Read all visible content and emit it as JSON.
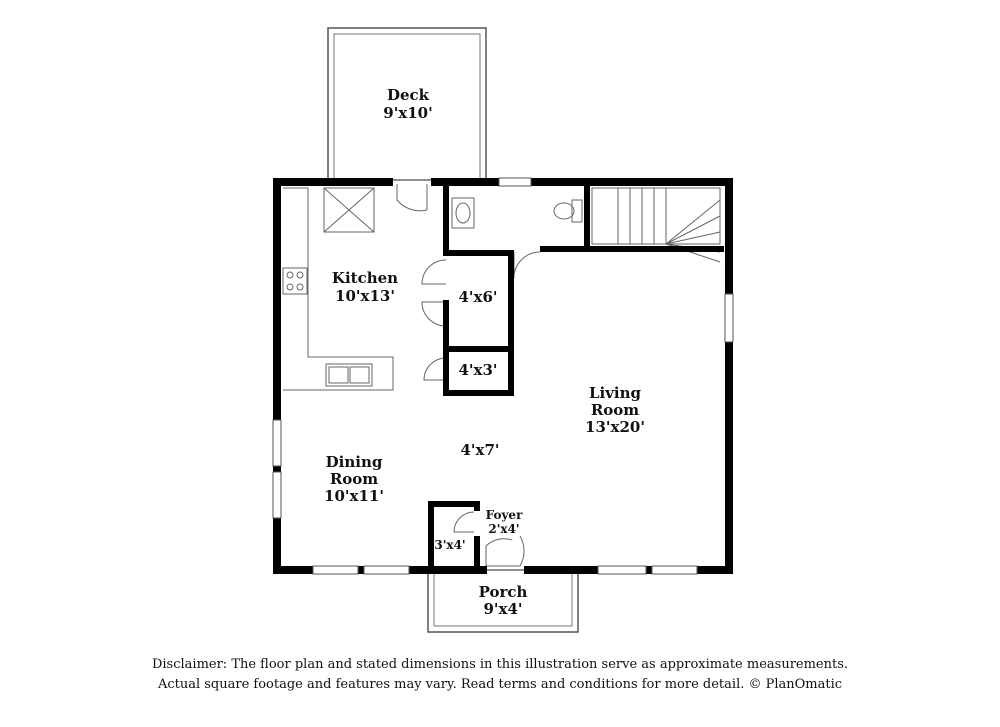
{
  "rooms": {
    "deck": {
      "name": "Deck",
      "size": "9'x10'"
    },
    "kitchen": {
      "name": "Kitchen",
      "size": "10'x13'"
    },
    "closet_a": {
      "size": "4'x6'"
    },
    "closet_b": {
      "size": "4'x3'"
    },
    "living": {
      "name_line1": "Living",
      "name_line2": "Room",
      "size": "13'x20'"
    },
    "hall": {
      "size": "4'x7'"
    },
    "dining": {
      "name_line1": "Dining",
      "name_line2": "Room",
      "size": "10'x11'"
    },
    "foyer": {
      "name": "Foyer",
      "size": "2'x4'"
    },
    "closet_c": {
      "size": "3'x4'"
    },
    "porch": {
      "name": "Porch",
      "size": "9'x4'"
    }
  },
  "disclaimer": {
    "line1": "Disclaimer: The floor plan and stated dimensions in this illustration serve as approximate measurements.",
    "line2": "Actual square footage and features may vary. Read terms and conditions for more detail. © PlanOmatic"
  },
  "colors": {
    "wall": "#000000",
    "line": "#555555",
    "background": "#ffffff"
  }
}
